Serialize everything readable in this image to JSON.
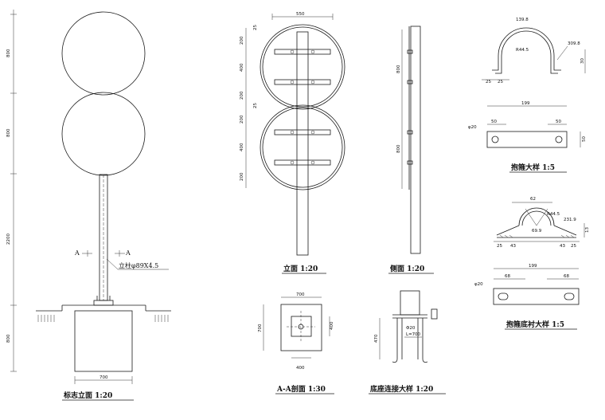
{
  "titles": {
    "elevation": "标志立面 1:20",
    "front": "立面 1:20",
    "side": "侧面 1:20",
    "section": "A-A剖面 1:30",
    "base": "底座连接大样 1:20",
    "hoop": "抱箍大样 1:5",
    "hoop_liner": "抱箍底衬大样 1:5"
  },
  "labels": {
    "column": "立柱φ89X4.5",
    "section_a_left": "A",
    "section_a_right": "A"
  },
  "dims_elevation": {
    "d1": "800",
    "d2": "800",
    "d3": "2200",
    "d4": "800",
    "base_w": "700"
  },
  "dims_front": {
    "top": "550",
    "v1": "200",
    "v2": "400",
    "v3": "200",
    "v4": "200",
    "v5": "400",
    "v6": "200",
    "s1": "25",
    "s2": "25"
  },
  "dims_side": {
    "v1": "800",
    "v2": "800"
  },
  "dims_section": {
    "top": "700",
    "left": "700",
    "bottom": "400",
    "right": "400"
  },
  "dims_base": {
    "h": "470",
    "note1": "Φ20",
    "note2": "L=700"
  },
  "dims_hoop": {
    "r1": "139.8",
    "r2": "R44.5",
    "r3": "309.8",
    "a": "25",
    "b": "25",
    "c": "30",
    "len": "199",
    "l1": "50",
    "l2": "50",
    "hole": "φ20",
    "h": "50"
  },
  "dims_liner": {
    "a": "62",
    "r": "R44.5",
    "ang": "231.9",
    "ang2": "69.9",
    "c": "13",
    "s1": "25",
    "s2": "43",
    "s3": "43",
    "s4": "25",
    "len": "199",
    "l1": "68",
    "l2": "68",
    "hole": "φ20"
  }
}
